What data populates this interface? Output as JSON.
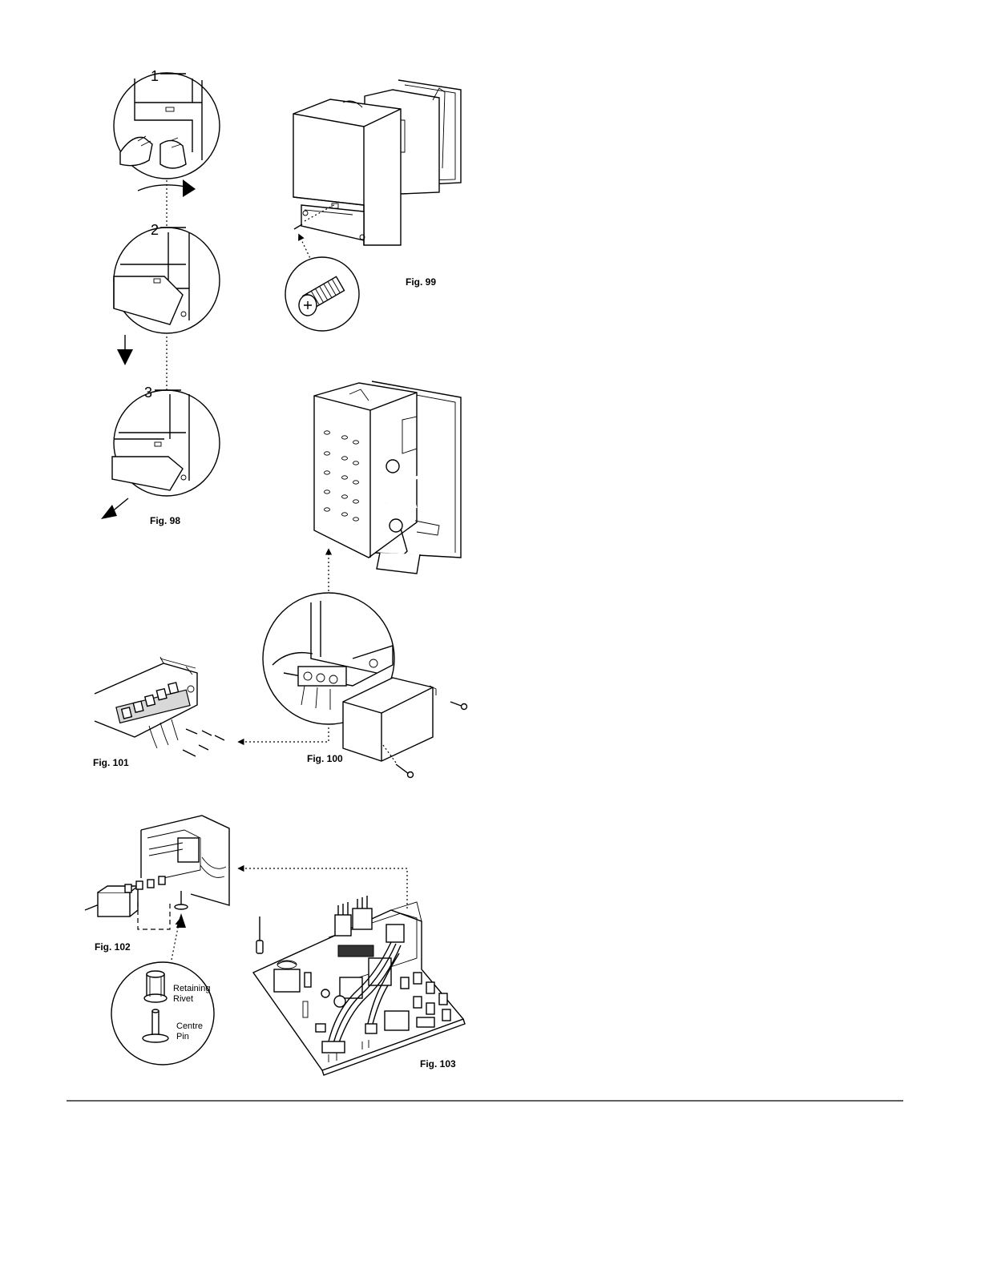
{
  "figures": {
    "fig98": {
      "label": "Fig. 98",
      "steps": [
        "1",
        "2",
        "3"
      ]
    },
    "fig99": {
      "label": "Fig. 99"
    },
    "fig100": {
      "label": "Fig. 100"
    },
    "fig101": {
      "label": "Fig. 101"
    },
    "fig102": {
      "label": "Fig. 102",
      "callouts": {
        "retaining_rivet_line1": "Retaining",
        "retaining_rivet_line2": "Rivet",
        "centre_pin_line1": "Centre",
        "centre_pin_line2": "Pin"
      }
    },
    "fig103": {
      "label": "Fig. 103"
    }
  }
}
